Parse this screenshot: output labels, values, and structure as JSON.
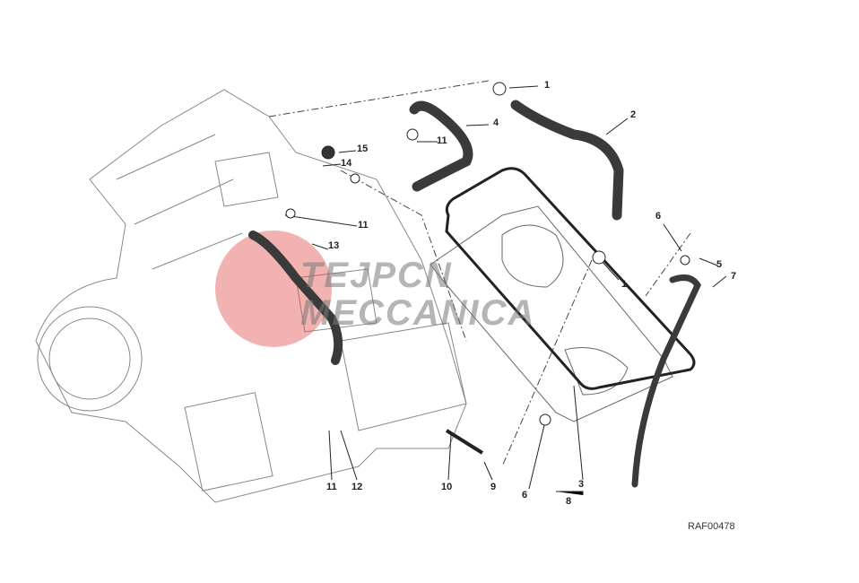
{
  "diagram": {
    "drawing_code": "RAF00478",
    "watermark": "TEJPCN MECCANICA",
    "callouts": [
      {
        "id": "c1a",
        "text": "1"
      },
      {
        "id": "c2",
        "text": "2"
      },
      {
        "id": "c4",
        "text": "4"
      },
      {
        "id": "c11a",
        "text": "11"
      },
      {
        "id": "c15",
        "text": "15"
      },
      {
        "id": "c14",
        "text": "14"
      },
      {
        "id": "c11b",
        "text": "11"
      },
      {
        "id": "c13",
        "text": "13"
      },
      {
        "id": "c6a",
        "text": "6"
      },
      {
        "id": "c5",
        "text": "5"
      },
      {
        "id": "c7",
        "text": "7"
      },
      {
        "id": "c1b",
        "text": "1"
      },
      {
        "id": "c11c",
        "text": "11"
      },
      {
        "id": "c12",
        "text": "12"
      },
      {
        "id": "c10",
        "text": "10"
      },
      {
        "id": "c9",
        "text": "9"
      },
      {
        "id": "c6b",
        "text": "6"
      },
      {
        "id": "c3",
        "text": "3"
      },
      {
        "id": "c8",
        "text": "8"
      }
    ],
    "colors": {
      "line": "#555555",
      "hose": "#3a3a3a",
      "watermark_red": "#e25555"
    }
  }
}
